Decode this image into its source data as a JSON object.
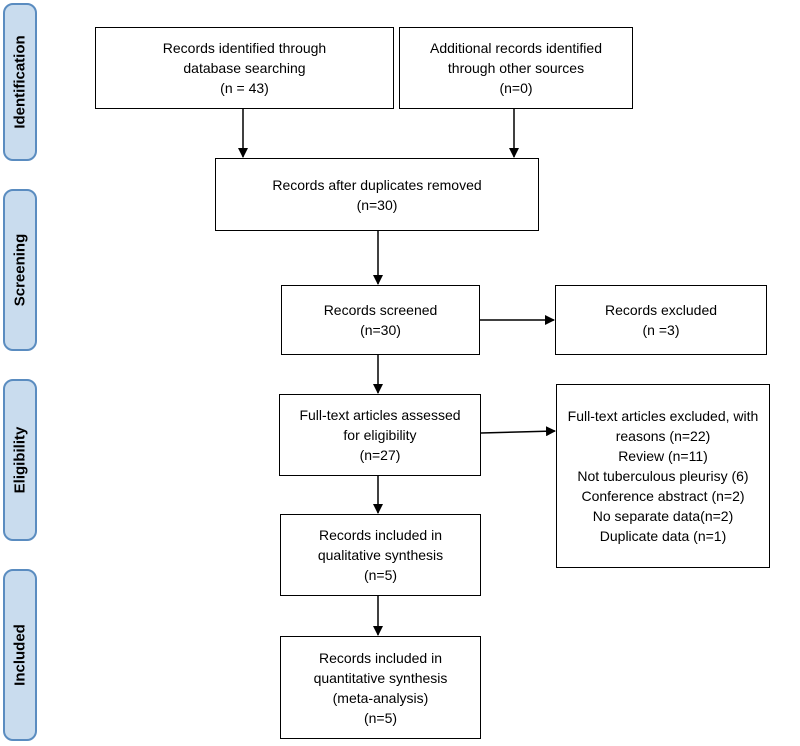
{
  "phases": {
    "identification": "Identification",
    "screening": "Screening",
    "eligibility": "Eligibility",
    "included": "Included"
  },
  "boxes": {
    "db_search": {
      "lines": [
        "Records identified through",
        "database searching",
        "(n = 43)"
      ]
    },
    "other_sources": {
      "lines": [
        "Additional records identified",
        "through other sources",
        "(n=0)"
      ]
    },
    "duplicates_removed": {
      "lines": [
        "Records after duplicates removed",
        "(n=30)"
      ]
    },
    "screened": {
      "lines": [
        "Records screened",
        "(n=30)"
      ]
    },
    "excluded": {
      "lines": [
        "Records excluded",
        "(n =3)"
      ]
    },
    "fulltext_assessed": {
      "lines": [
        "Full-text articles assessed",
        "for eligibility",
        "(n=27)"
      ]
    },
    "fulltext_excluded": {
      "lines": [
        "Full-text articles excluded, with",
        "reasons (n=22)",
        "Review (n=11)",
        "Not tuberculous pleurisy (6)",
        "Conference abstract (n=2)",
        "No separate data(n=2)",
        "Duplicate data (n=1)"
      ]
    },
    "qualitative": {
      "lines": [
        "Records included in",
        "qualitative synthesis",
        "(n=5)"
      ]
    },
    "quantitative": {
      "lines": [
        "Records included in",
        "quantitative synthesis",
        "(meta-analysis)",
        "(n=5)"
      ]
    }
  },
  "colors": {
    "phase_fill": "#c9dcee",
    "phase_border": "#5a8cc0",
    "line": "#000000"
  }
}
